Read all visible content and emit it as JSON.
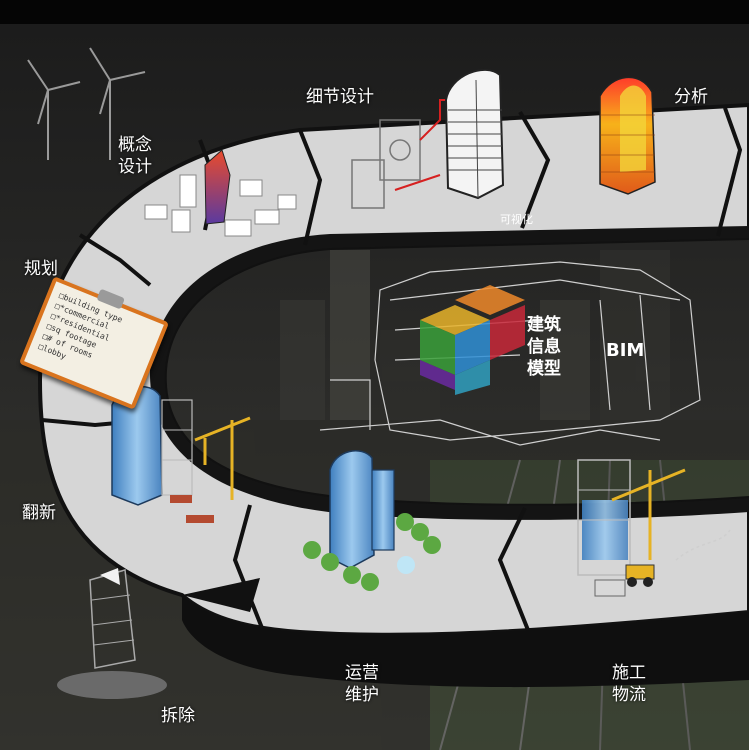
{
  "stages": {
    "planning": [
      "规划"
    ],
    "concept": [
      "概念",
      "设计"
    ],
    "detail": [
      "细节设计"
    ],
    "analysis": [
      "分析"
    ],
    "renovation": [
      "翻新"
    ],
    "demolition": [
      "拆除"
    ],
    "operation": [
      "运营",
      "维护"
    ],
    "construction": [
      "施工",
      "物流"
    ]
  },
  "visualization_label": "可视化",
  "center": {
    "lines": [
      "建筑",
      "信息",
      "模型"
    ],
    "bim": "BIM"
  },
  "checklist": {
    "items": [
      "building type",
      "*commercial",
      "*residential",
      "sq footage",
      "# of rooms",
      "lobby"
    ]
  },
  "colors": {
    "ring": "#d4d4d4",
    "ring_edge": "#111111",
    "checklist_border": "#d9741e",
    "crane": "#e6b325",
    "glass": "#6fa8d8",
    "heat": "#f0c020"
  }
}
